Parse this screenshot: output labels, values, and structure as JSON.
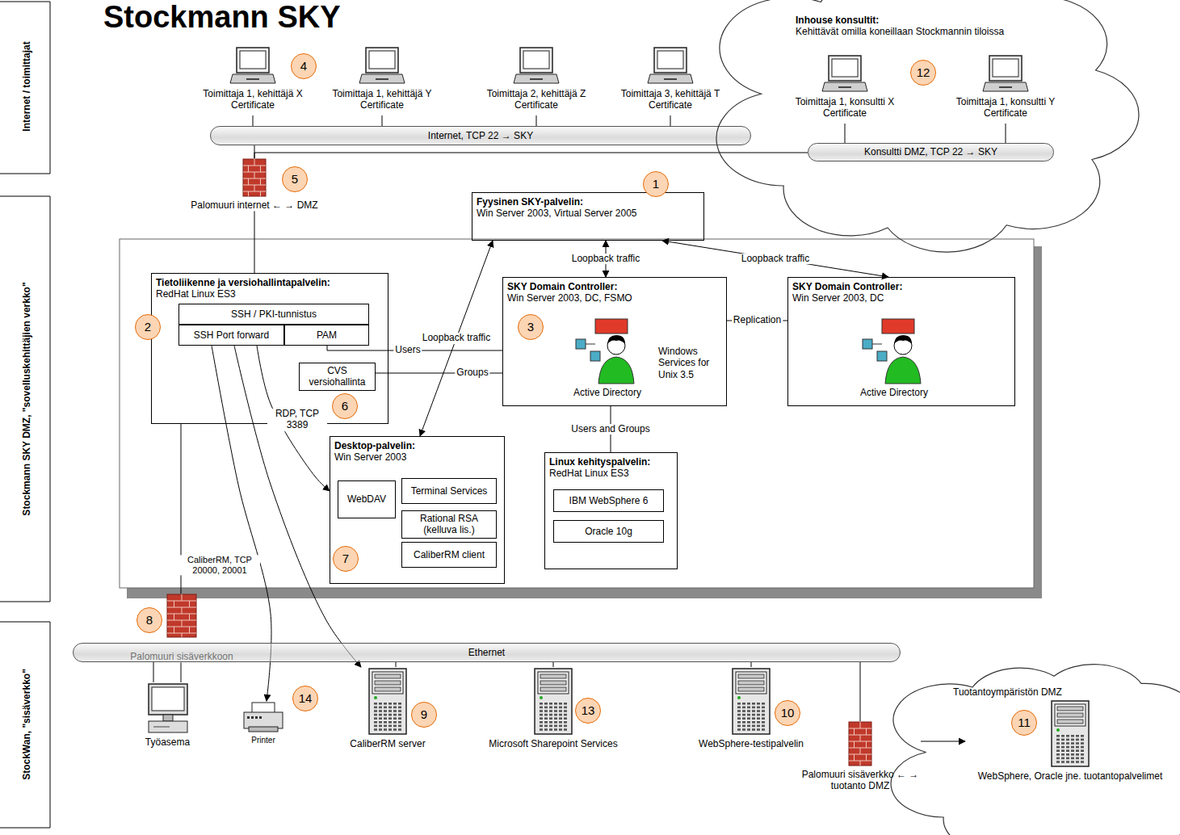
{
  "diagram": {
    "title": "Stockmann SKY",
    "nodes": [
      {
        "text": [
          "Toimittaja 1, kehittäjä X",
          "Certificate"
        ]
      },
      {
        "text": [
          "Toimittaja 1, kehittäjä Y",
          "Certificate"
        ]
      },
      {
        "text": [
          "Toimittaja 2, kehittäjä Z",
          "Certificate"
        ]
      },
      {
        "text": [
          "Toimittaja 3, kehittäjä T",
          "Certificate"
        ]
      },
      {
        "text": [
          "Internet, TCP 22 → SKY"
        ]
      },
      {
        "text": [
          "Inhouse konsultit:",
          "Kehittävät omilla koneillaan Stockmannin tiloissa"
        ]
      },
      {
        "text": [
          "Toimittaja 1, konsultti X",
          "Certificate"
        ],
        "in": 5
      },
      {
        "text": [
          "Toimittaja 1, konsultti Y",
          "Certificate"
        ],
        "in": 5
      },
      {
        "text": [
          "Konsultti DMZ, TCP 22 → SKY"
        ],
        "in": 5
      },
      {
        "text": [
          "Palomuuri internet ← → DMZ"
        ]
      },
      {
        "text": [
          "Fyysinen SKY-palvelin:",
          "Win Server 2003, Virtual Server 2005"
        ]
      },
      {
        "text": [
          "Tietoliikenne ja versiohallintapalvelin:",
          "RedHat Linux ES3"
        ]
      },
      {
        "text": [
          "SSH / PKI-tunnistus"
        ],
        "in": 11
      },
      {
        "text": [
          "SSH Port forward"
        ],
        "in": 11
      },
      {
        "text": [
          "PAM"
        ],
        "in": 11
      },
      {
        "text": [
          "CVS versiohallinta"
        ],
        "in": 11
      },
      {
        "text": [
          "SKY Domain Controller:",
          "Win Server 2003, DC, FSMO"
        ]
      },
      {
        "text": [
          "SKY Domain Controller:",
          "Win Server 2003, DC"
        ]
      },
      {
        "text": [
          "Desktop-palvelin:",
          "Win Server 2003"
        ]
      },
      {
        "text": [
          "WebDAV"
        ],
        "in": 18
      },
      {
        "text": [
          "Terminal Services"
        ],
        "in": 18
      },
      {
        "text": [
          "Rational RSA (kelluva lis.)"
        ],
        "in": 18
      },
      {
        "text": [
          "CaliberRM client"
        ],
        "in": 18
      },
      {
        "text": [
          "Linux kehityspalvelin:",
          "RedHat Linux ES3"
        ]
      },
      {
        "text": [
          "IBM WebSphere 6"
        ],
        "in": 23
      },
      {
        "text": [
          "Oracle 10g"
        ],
        "in": 23
      },
      {
        "text": [
          "Palomuuri sisäverkkoon"
        ]
      },
      {
        "text": [
          "Ethernet"
        ]
      },
      {
        "text": [
          "Työasema"
        ]
      },
      {
        "text": [
          "Printer"
        ]
      },
      {
        "text": [
          "CaliberRM server"
        ]
      },
      {
        "text": [
          "Microsoft Sharepoint Services"
        ]
      },
      {
        "text": [
          "WebSphere-testipalvelin"
        ]
      },
      {
        "text": [
          "Palomuuri sisäverkko ← → tuotanto DMZ"
        ]
      },
      {
        "text": [
          "Tuotantoympäristön DMZ"
        ]
      },
      {
        "text": [
          "WebSphere, Oracle jne. tuotantopalvelimet"
        ],
        "in": 34
      }
    ],
    "edges": [
      {
        "from": 0,
        "to": 4,
        "arrow": "none"
      },
      {
        "from": 1,
        "to": 4,
        "arrow": "none"
      },
      {
        "from": 2,
        "to": 4,
        "arrow": "none"
      },
      {
        "from": 3,
        "to": 4,
        "arrow": "none"
      },
      {
        "from": 6,
        "to": 8,
        "arrow": "none"
      },
      {
        "from": 7,
        "to": 8,
        "arrow": "none"
      },
      {
        "from": 4,
        "to": 9,
        "arrow": "none"
      },
      {
        "from": 8,
        "to": 9,
        "arrow": "none"
      },
      {
        "from": 9,
        "to": 11,
        "arrow": "none"
      },
      {
        "from": 10,
        "to": 16,
        "label": "Loopback traffic",
        "arrow": "both"
      },
      {
        "from": 10,
        "to": 17,
        "label": "Loopback traffic",
        "arrow": "both"
      },
      {
        "from": 10,
        "to": 18,
        "label": "Loopback traffic",
        "arrow": "both"
      },
      {
        "from": 14,
        "to": 16,
        "label": "Users",
        "arrow": "none"
      },
      {
        "from": 15,
        "to": 16,
        "label": "Groups",
        "arrow": "none"
      },
      {
        "from": 16,
        "to": 17,
        "label": "Replication",
        "arrow": "none"
      },
      {
        "from": 16,
        "to": 23,
        "label": "Users and Groups",
        "arrow": "none"
      },
      {
        "from": 13,
        "to": 18,
        "label": "RDP, TCP 3389",
        "arrow": "to"
      },
      {
        "from": 13,
        "to": 29,
        "arrow": "to"
      },
      {
        "from": 13,
        "to": 30,
        "label": "CaliberRM, TCP 20000, 20001",
        "arrow": "to"
      },
      {
        "from": 28,
        "to": 26,
        "arrow": "none"
      },
      {
        "from": 26,
        "to": 11,
        "arrow": "none"
      },
      {
        "from": 27,
        "to": 28,
        "arrow": "none"
      },
      {
        "from": 27,
        "to": 30,
        "arrow": "none"
      },
      {
        "from": 27,
        "to": 31,
        "arrow": "none"
      },
      {
        "from": 27,
        "to": 32,
        "arrow": "none"
      },
      {
        "from": 27,
        "to": 33,
        "arrow": "none"
      },
      {
        "from": 33,
        "to": 35,
        "arrow": "to"
      }
    ],
    "labels": [
      "Internet / toimittajat",
      "Stockmann SKY DMZ, \"sovelluskehittäjien verkko\"",
      "StockWan, \"sisäverkko\"",
      "1",
      "2",
      "3",
      "4",
      "5",
      "6",
      "7",
      "8",
      "9",
      "10",
      "11",
      "12",
      "13",
      "14",
      "Active Directory",
      "Windows Services for Unix 3.5",
      "Active Directory"
    ]
  }
}
